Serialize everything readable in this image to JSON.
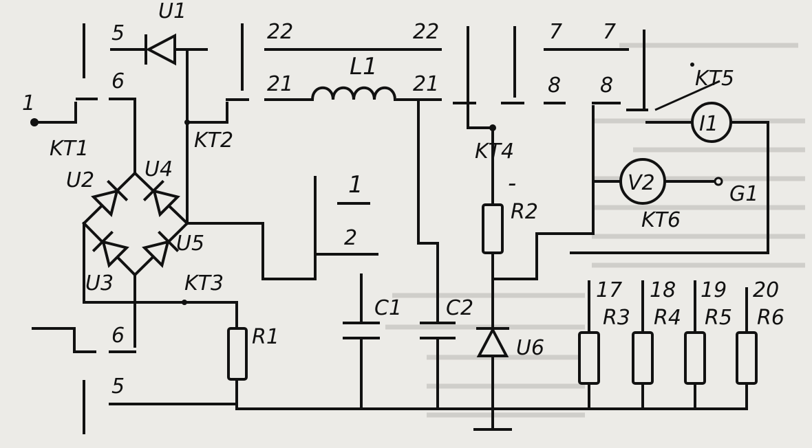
{
  "labels": {
    "n1": "1",
    "n5a": "5",
    "n6a": "6",
    "n6b": "6",
    "n5b": "5",
    "n22a": "22",
    "n22b": "22",
    "n21a": "21",
    "n21b": "21",
    "n7a": "7",
    "n7b": "7",
    "n8a": "8",
    "n8b": "8",
    "n1b": "1",
    "n2": "2",
    "minus": "-",
    "n17": "17",
    "n18": "18",
    "n19": "19",
    "n20": "20",
    "KT1": "KT1",
    "KT2": "KT2",
    "KT3": "KT3",
    "KT4": "KT4",
    "KT5": "KT5",
    "KT6": "KT6",
    "U1": "U1",
    "U2": "U2",
    "U3": "U3",
    "U4": "U4",
    "U5": "U5",
    "U6": "U6",
    "L1": "L1",
    "C1": "C1",
    "C2": "C2",
    "R1": "R1",
    "R2": "R2",
    "R3": "R3",
    "R4": "R4",
    "R5": "R5",
    "R6": "R6",
    "I1": "I1",
    "V2": "V2",
    "G1": "G1"
  }
}
